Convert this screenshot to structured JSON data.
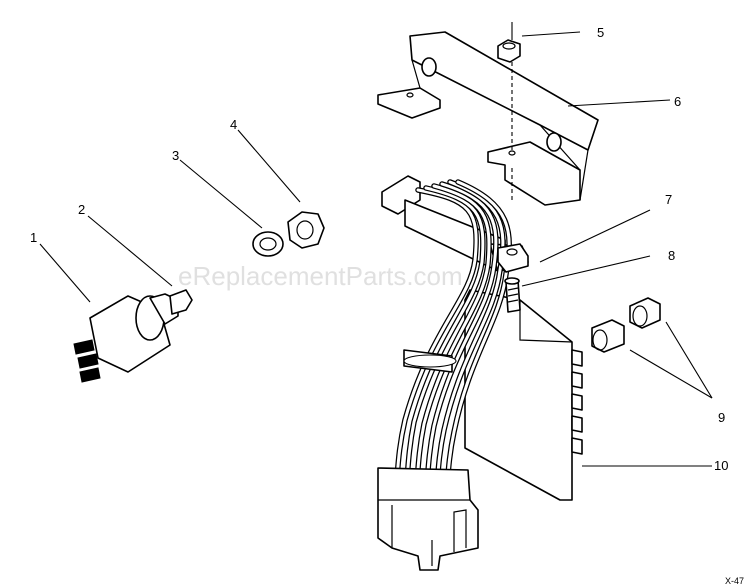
{
  "watermark": "eReplacementParts.com",
  "corner_code": "X-47",
  "callouts": {
    "c1": "1",
    "c2": "2",
    "c3": "3",
    "c4": "4",
    "c5": "5",
    "c6": "6",
    "c7": "7",
    "c8": "8",
    "c9": "9",
    "c10": "10"
  }
}
